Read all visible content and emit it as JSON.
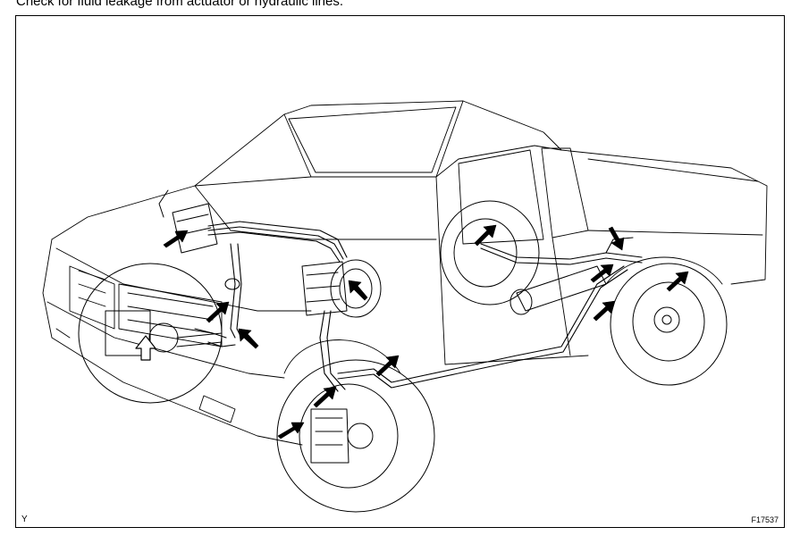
{
  "instruction": "Check for fluid leakage from actuator or hydraulic lines.",
  "figure": {
    "corner_code_left": "Y",
    "figure_code": "F17537"
  },
  "colors": {
    "line": "#000000",
    "background": "#ffffff"
  }
}
